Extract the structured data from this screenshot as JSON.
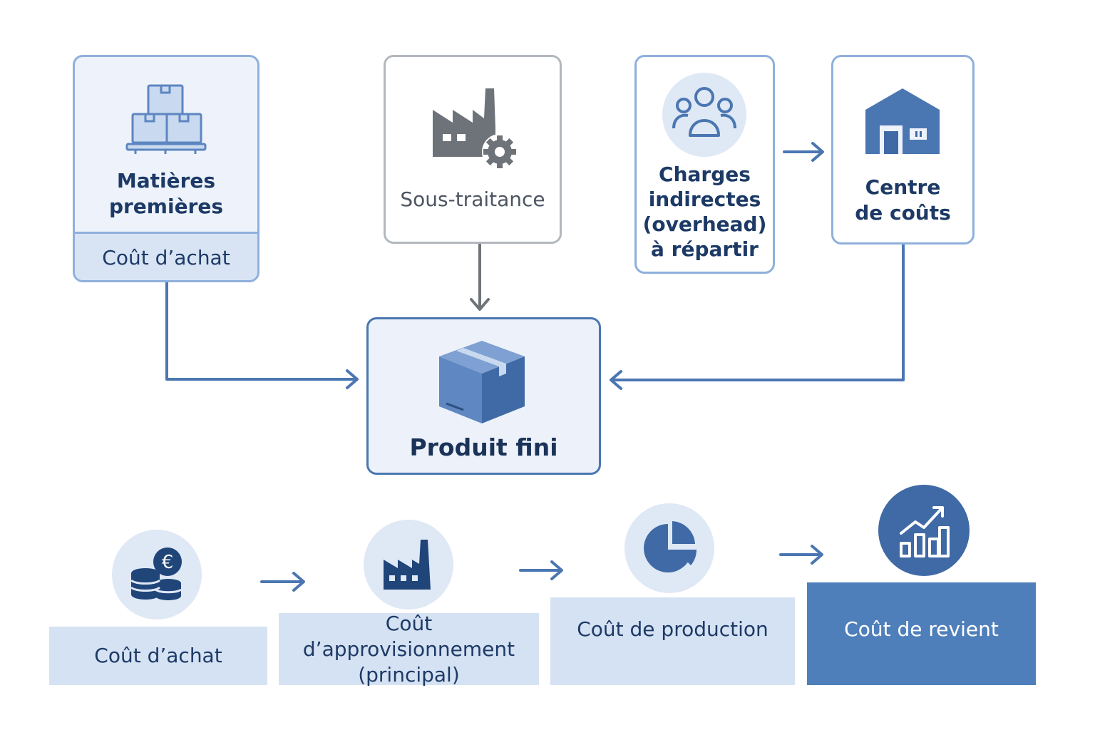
{
  "top_nodes": {
    "raw_materials": {
      "title_line1": "Matières",
      "title_line2": "premières",
      "footer": "Coût d’achat",
      "icon": "pallet-boxes-icon"
    },
    "subcontracting": {
      "title": "Sous-traitance",
      "icon": "factory-gear-icon"
    },
    "overhead": {
      "line1": "Charges",
      "line2": "indirectes",
      "line3": "(overhead)",
      "line4": "à répartir",
      "icon": "people-group-icon"
    },
    "cost_center": {
      "line1": "Centre",
      "line2": "de coûts",
      "icon": "warehouse-icon"
    }
  },
  "product": {
    "title": "Produit fini",
    "icon": "cardboard-box-icon"
  },
  "bottom_steps": [
    {
      "label": "Coût d’achat",
      "icon": "coins-euro-icon"
    },
    {
      "label_line1": "Coût d’approvisionnement",
      "label_line2": "(principal)",
      "icon": "factory-icon"
    },
    {
      "label": "Coût de production",
      "icon": "pie-chart-icon"
    },
    {
      "label": "Coût de revient",
      "icon": "growth-chart-icon"
    }
  ],
  "colors": {
    "accent": "#4a76b2",
    "dark_fill": "#3f6aa6",
    "light_fill": "#d5e2f3",
    "grey": "#6e7379"
  }
}
